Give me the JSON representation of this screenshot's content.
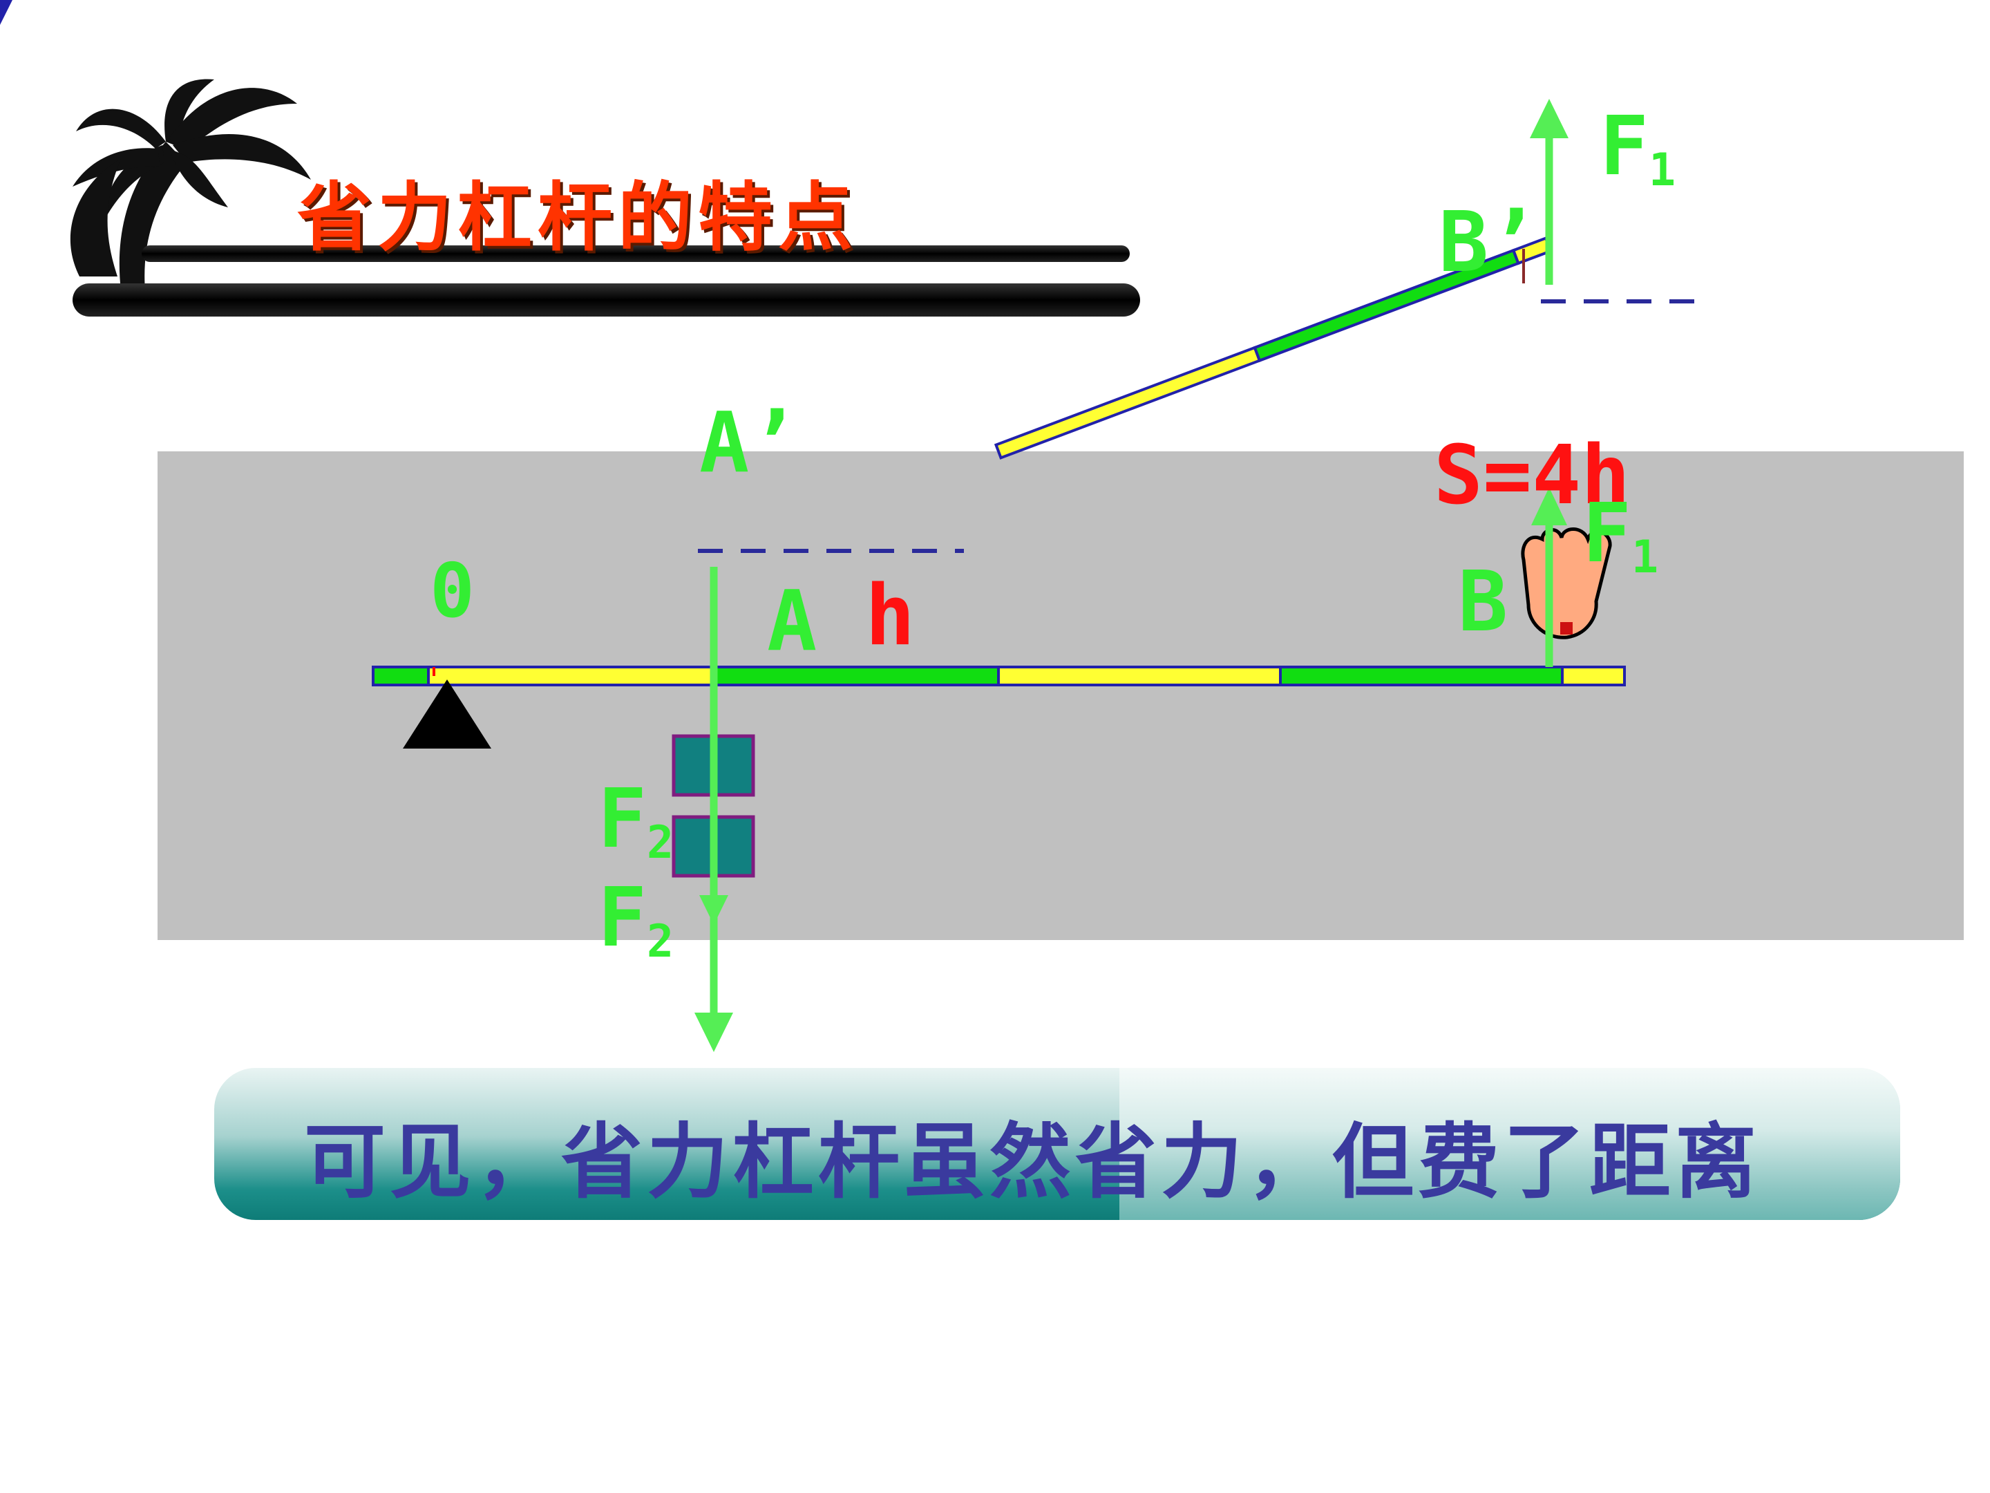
{
  "title": "省力杠杆的特点",
  "labels": {
    "fulcrum": "0",
    "point_a": "A",
    "point_a_prime": "A’",
    "height": "h",
    "point_b": "B",
    "point_b_prime": "B’",
    "distance": "S=4h",
    "force1_main": "F",
    "force1_sub": "1",
    "force2_main": "F",
    "force2_sub": "2"
  },
  "conclusion": "可见，省力杠杆虽然省力，但费了距离",
  "colors": {
    "panel_gray": "#c0c0c0",
    "force_green": "#33ee33",
    "label_red": "#ff1111",
    "lever_yellow": "#ffff33",
    "lever_green": "#11dd11",
    "lever_border": "#2222aa",
    "weight_teal": "#118080",
    "weight_border": "#801c80",
    "title_red": "#ff3300",
    "conclusion_text": "#3a3a9e"
  },
  "icons": [
    "palm-tree-icon",
    "fulcrum-triangle-icon",
    "hand-pointer-icon"
  ]
}
